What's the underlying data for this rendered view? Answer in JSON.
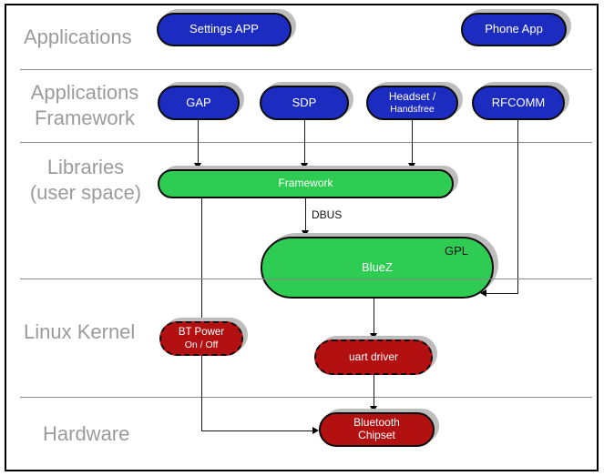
{
  "colors": {
    "app_pill_blue": "#1d2cc0",
    "library_pill_green": "#2ecc52",
    "kernel_pill_red": "#b31111",
    "layer_label_gray": "#9b9b9b",
    "shadow_gray": "#bdbdbd",
    "divider_gray": "#8a8a8a",
    "pill_text": "#ffffff"
  },
  "layer_labels": {
    "applications": "Applications",
    "app_framework": [
      "Applications",
      "Framework"
    ],
    "libraries": [
      "Libraries",
      "(user space)"
    ],
    "linux_kernel": "Linux Kernel",
    "hardware": "Hardware"
  },
  "nodes": {
    "settings_app": "Settings APP",
    "phone_app": "Phone App",
    "gap": "GAP",
    "sdp": "SDP",
    "headset": [
      "Headset /",
      "Handsfree"
    ],
    "rfcomm": "RFCOMM",
    "framework": "Framework",
    "bluez": "BlueZ",
    "bluez_license": "GPL",
    "bt_power": [
      "BT Power",
      "On / Off"
    ],
    "uart_driver": "uart driver",
    "bluetooth_chipset": [
      "Bluetooth",
      "Chipset"
    ]
  },
  "edge_labels": {
    "dbus": "DBUS"
  }
}
